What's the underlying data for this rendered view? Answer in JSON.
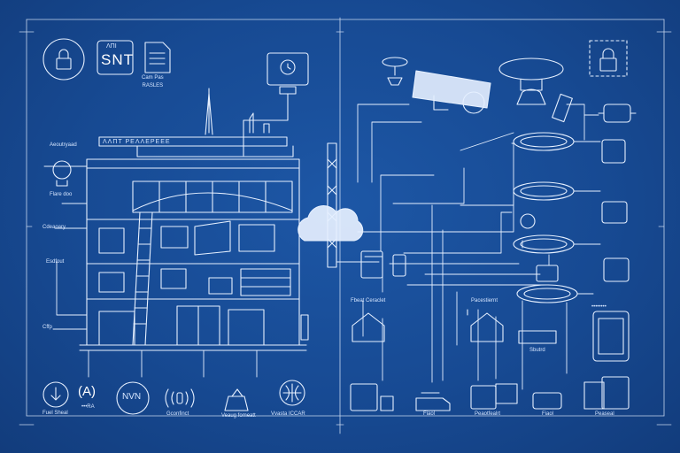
{
  "colors": {
    "background": "#16468f",
    "line": "#e6f0ff",
    "accent": "#9fc2f0"
  },
  "header": {
    "sign_text": "SNT",
    "sign_small": "ΛΠΙ",
    "doc_caption": "Cam Pas\nRASLES",
    "building_banner": "ΛΛΠΤ ΡΕΛΛΕΡΕΕΕ"
  },
  "left_labels": {
    "top": "Aeoutryaad",
    "mid1": "Flare doo",
    "mid2": "Cdeaoary",
    "mid3": "Esdfout",
    "mid4": "Cffp"
  },
  "bottom_left": {
    "icon_a_label": "Fuel Sheal",
    "icon_b_text": "(A)",
    "icon_b_label": "•••RA",
    "icon_c_text": "NVN",
    "icon_d_label": "Gconfinct",
    "icon_e_label": "Veaug fomeatt",
    "icon_f_label": "Vvasta ICCAR"
  },
  "right_labels": {
    "house1": "Fbeat Ceraclet",
    "house2": "Pacestiernt",
    "panel": "Sbutrd",
    "tablet_top": "••••••••",
    "device1": "Fiaol",
    "device2": "Peaotfealrt",
    "device3": "Fiaol",
    "device4": "Peaseal"
  },
  "icons": [
    "lock-icon",
    "sign-icon",
    "document-icon",
    "camera-icon",
    "ceiling-light-icon",
    "lock-shield-icon",
    "fire-icon",
    "antenna-icon",
    "wifi-icon",
    "globe-icon",
    "house-icon",
    "tablet-icon",
    "printer-icon",
    "monitor-icon",
    "router-icon"
  ]
}
